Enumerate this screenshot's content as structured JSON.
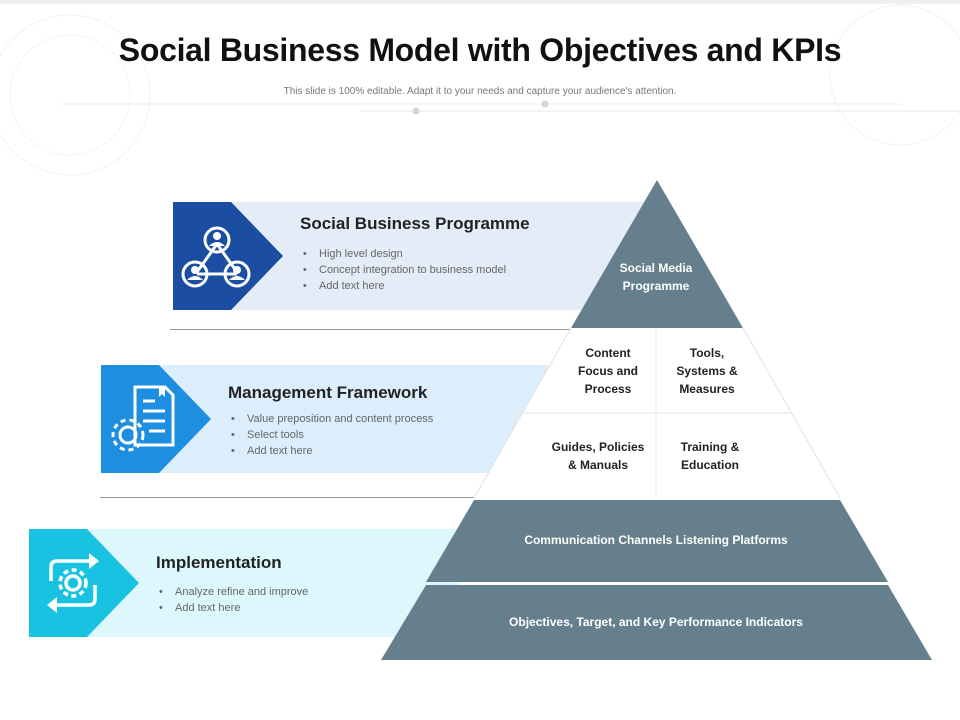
{
  "title": "Social Business Model with Objectives and KPIs",
  "subtitle": "This slide is 100% editable.  Adapt it to your needs and capture  your audience's  attention.",
  "colors": {
    "slate": "#667f8d",
    "band1_tile": "#1b4ea3",
    "band1_strip": "#e3ecf7",
    "band2_tile": "#1e8ee0",
    "band2_strip": "#dcedfb",
    "band3_tile": "#19c2e0",
    "band3_strip": "#dcf8fd"
  },
  "bands": [
    {
      "icon": "network-people-icon",
      "heading": "Social Business Programme",
      "bullets": [
        "High level design",
        "Concept integration  to business model",
        "Add text here"
      ]
    },
    {
      "icon": "document-gear-icon",
      "heading": "Management Framework",
      "bullets": [
        "Value preposition  and content process",
        "Select tools",
        "Add text here"
      ]
    },
    {
      "icon": "refresh-gear-icon",
      "heading": "Implementation",
      "bullets": [
        "Analyze refine and improve",
        "Add text here"
      ]
    }
  ],
  "pyramid": {
    "top": "Social Media\nProgramme",
    "row2_left": "Content\nFocus and\nProcess",
    "row2_right": "Tools,\nSystems &\nMeasures",
    "row3_left": "Guides, Policies\n& Manuals",
    "row3_right": "Training &\nEducation",
    "row4": "Communication Channels Listening Platforms",
    "row5": "Objectives, Target, and Key Performance Indicators"
  }
}
